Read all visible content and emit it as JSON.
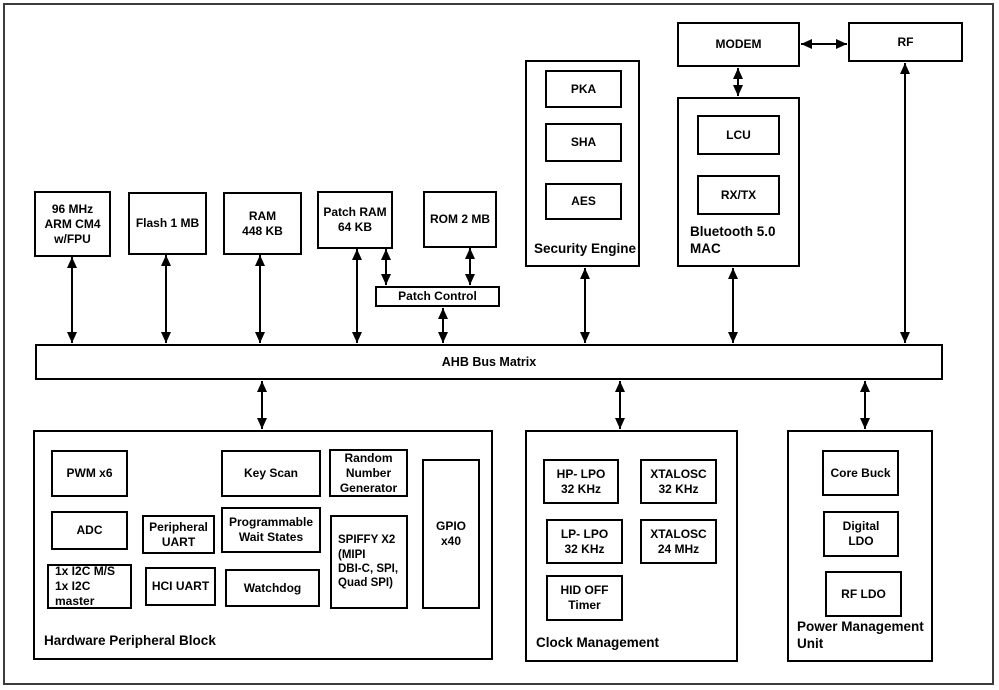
{
  "diagram": {
    "title_hint": "Bluetooth SoC block diagram",
    "colors": {
      "line": "#000000",
      "background": "#ffffff",
      "text": "#000000"
    },
    "bus": {
      "label": "AHB Bus Matrix"
    },
    "memory": {
      "cpu": "96 MHz\nARM CM4\nw/FPU",
      "flash": "Flash 1 MB",
      "ram": "RAM\n448 KB",
      "patch_ram": "Patch RAM\n64 KB",
      "rom": "ROM 2 MB",
      "patch_control": "Patch Control"
    },
    "radio": {
      "modem": "MODEM",
      "rf": "RF"
    },
    "security_engine": {
      "title": "Security Engine",
      "items": {
        "pka": "PKA",
        "sha": "SHA",
        "aes": "AES"
      }
    },
    "bt_mac": {
      "title": "Bluetooth 5.0\nMAC",
      "items": {
        "lcu": "LCU",
        "rxtx": "RX/TX"
      }
    },
    "hardware_peripheral_block": {
      "title": "Hardware Peripheral Block",
      "items": {
        "pwm": "PWM x6",
        "adc": "ADC",
        "i2c": "1x I2C M/S\n1x I2C\nmaster",
        "peripheral_uart": "Peripheral\nUART",
        "hci_uart": "HCI UART",
        "key_scan": "Key Scan",
        "prog_wait_states": "Programmable\nWait States",
        "watchdog": "Watchdog",
        "rng": "Random\nNumber\nGenerator",
        "spiffy": "SPIFFY X2\n(MIPI\nDBI-C, SPI,\nQuad SPI)",
        "gpio": "GPIO\nx40"
      }
    },
    "clock_management": {
      "title": "Clock Management",
      "items": {
        "hp_lpo": "HP- LPO\n32 KHz",
        "xtalosc_32": "XTALOSC\n32 KHz",
        "lp_lpo": "LP- LPO\n32 KHz",
        "xtalosc_24": "XTALOSC\n24 MHz",
        "hid_off_timer": "HID OFF\nTimer"
      }
    },
    "power_management_unit": {
      "title": "Power Management\nUnit",
      "items": {
        "core_buck": "Core Buck",
        "digital_ldo": "Digital\nLDO",
        "rf_ldo": "RF LDO"
      }
    }
  }
}
